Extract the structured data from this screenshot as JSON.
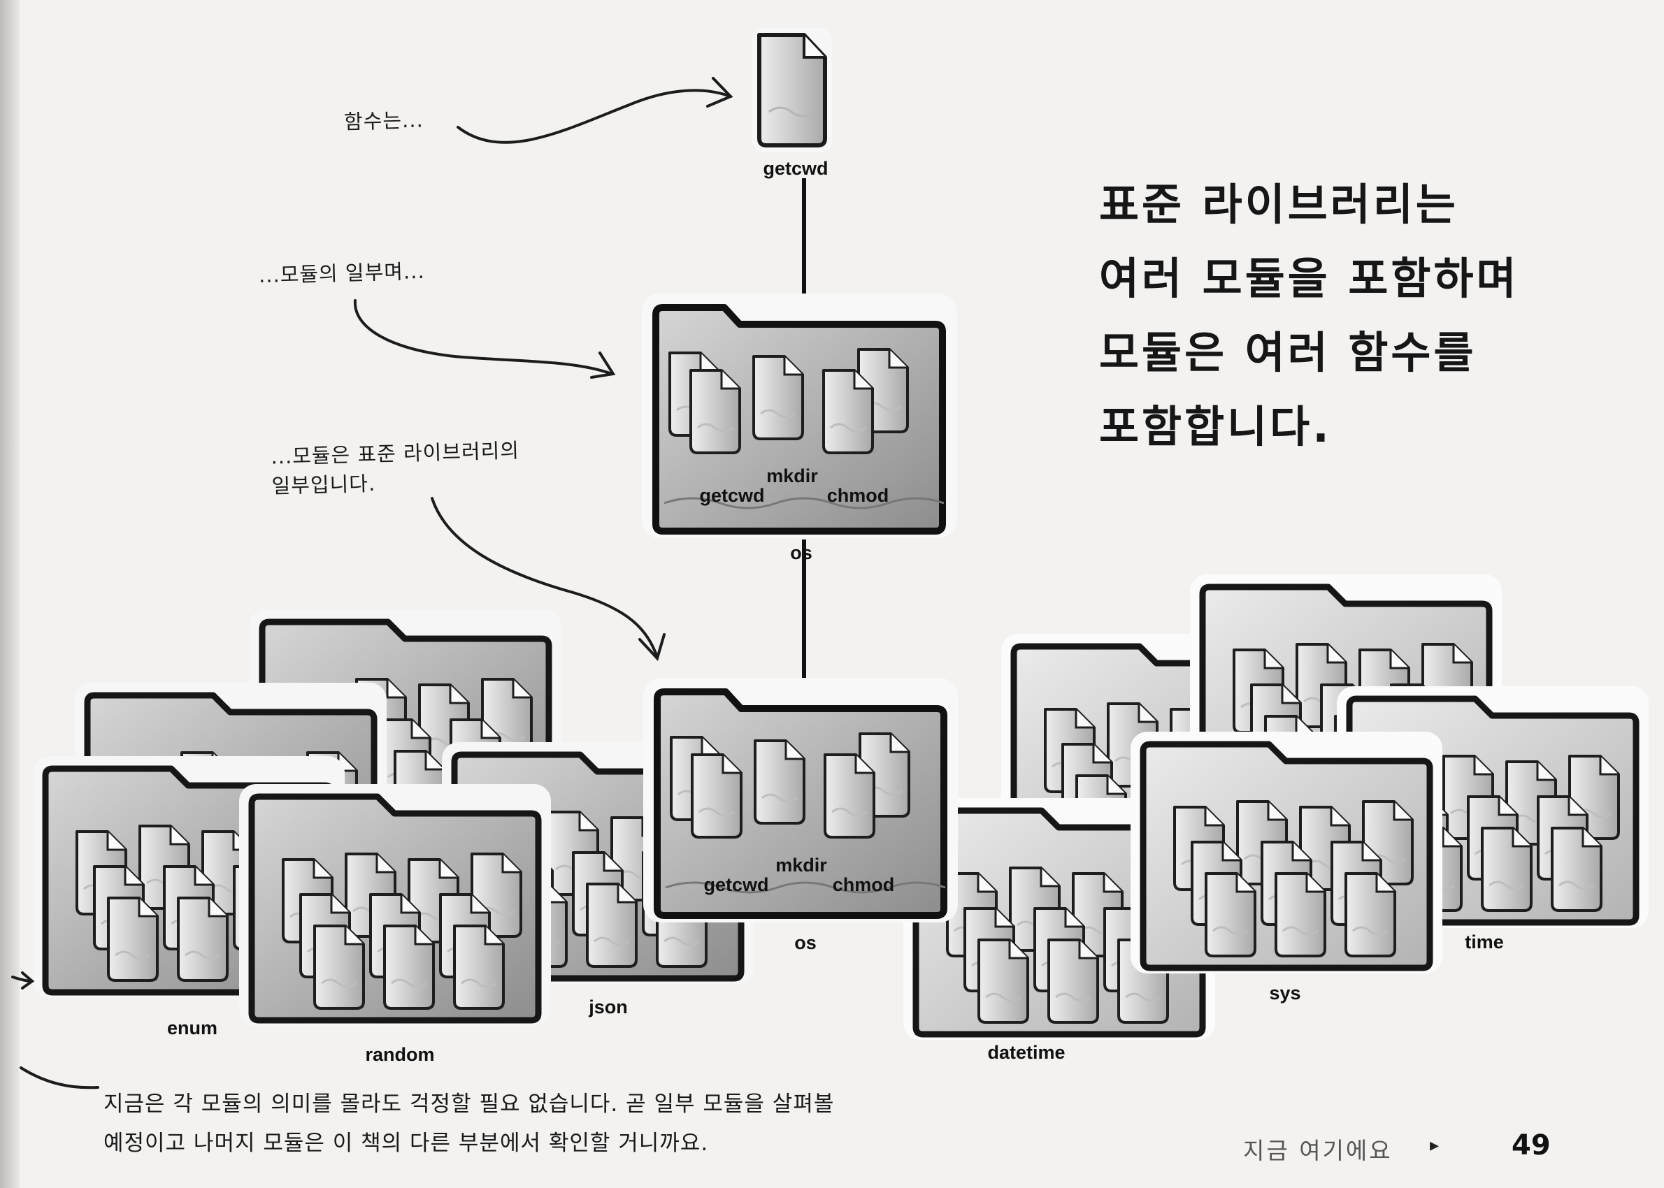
{
  "annotations": {
    "function": "함수는...",
    "module": "...모듈의 일부며...",
    "library_line1": "...모듈은 표준 라이브러리의",
    "library_line2": "일부입니다."
  },
  "headline": [
    "표준 라이브러리는",
    "여러 모듈을 포함하며",
    "모듈은 여러 함수를",
    "포함합니다."
  ],
  "diagram": {
    "function_label": "getcwd",
    "module_name": "os",
    "module_functions": [
      "getcwd",
      "mkdir",
      "chmod"
    ],
    "library_modules": [
      "enum",
      "random",
      "json",
      "os",
      "datetime",
      "sys",
      "time"
    ]
  },
  "bottom_note": [
    "지금은 각 모듈의 의미를 몰라도 걱정할 필요 없습니다. 곧 일부 모듈을 살펴볼",
    "예정이고 나머지 모듈은 이 책의 다른 부분에서 확인할 거니까요."
  ],
  "footer": {
    "nav_text": "지금 여기에요",
    "nav_arrow": "▸",
    "page_number": "49"
  }
}
